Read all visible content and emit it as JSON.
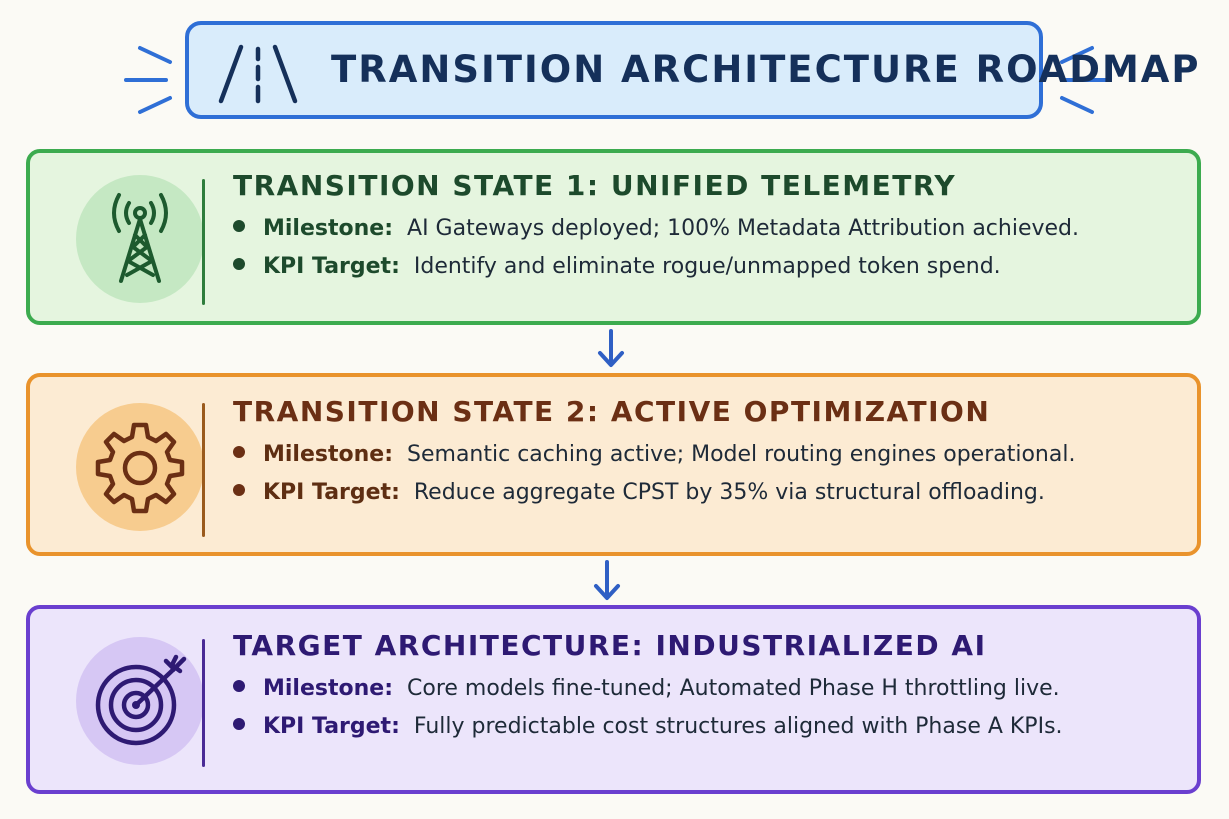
{
  "title": "TRANSITION ARCHITECTURE ROADMAP",
  "icons": {
    "title": "road-icon",
    "stage1": "antenna-tower-icon",
    "stage2": "gear-icon",
    "stage3": "target-arrow-icon",
    "connector": "arrow-down-icon"
  },
  "colors": {
    "title_accent": "#2f6fd6",
    "stage1_accent": "#3cab4f",
    "stage2_accent": "#e9932c",
    "stage3_accent": "#6a3fcf"
  },
  "stages": [
    {
      "heading": "TRANSITION STATE 1: UNIFIED TELEMETRY",
      "milestone_label": "Milestone:",
      "milestone": "AI Gateways deployed; 100% Metadata Attribution achieved.",
      "kpi_label": "KPI Target:",
      "kpi": "Identify and eliminate rogue/unmapped token spend."
    },
    {
      "heading": "TRANSITION STATE 2: ACTIVE OPTIMIZATION",
      "milestone_label": "Milestone:",
      "milestone": "Semantic caching active; Model routing engines operational.",
      "kpi_label": "KPI Target:",
      "kpi": "Reduce aggregate CPST by 35% via structural offloading."
    },
    {
      "heading": "TARGET ARCHITECTURE: INDUSTRIALIZED AI",
      "milestone_label": "Milestone:",
      "milestone": "Core models fine-tuned; Automated Phase H throttling live.",
      "kpi_label": "KPI Target:",
      "kpi": "Fully predictable cost structures aligned with Phase A KPIs."
    }
  ]
}
